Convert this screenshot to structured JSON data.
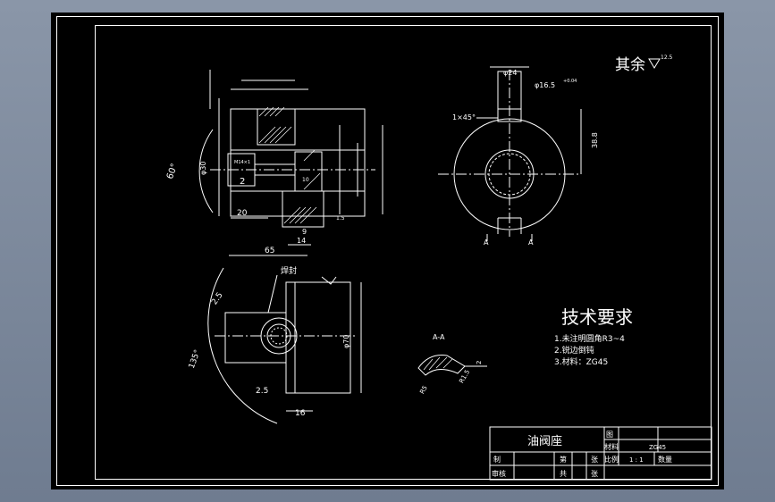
{
  "surface_finish": {
    "label": "其余",
    "value": "12.5"
  },
  "tech_requirements": {
    "title": "技术要求",
    "items": [
      "1.未注明圆角R3~4",
      "2.锐边倒钝",
      "3.材料：ZG45"
    ]
  },
  "section_label": "A-A",
  "section_marks": [
    "A",
    "A"
  ],
  "title_block": {
    "part_name": "油阀座",
    "drawing_label": "图",
    "material_label": "材料",
    "material_value": "ZG45",
    "scale_label": "比例",
    "scale_value": "1 : 1",
    "quantity_label": "数量",
    "designer_label": "制",
    "checker_label": "审核",
    "sheet_label1": "第",
    "sheet_label2": "张",
    "sheet_label3": "共",
    "sheet_label4": "张"
  },
  "front_view_dims": {
    "angle": "60°",
    "d30": "φ30",
    "d2": "2",
    "d20": "20",
    "d65": "65",
    "d14": "14",
    "d9": "9",
    "d10": "10",
    "m": "M14×1",
    "d1_5": "1.5"
  },
  "right_view_dims": {
    "d24": "φ24",
    "d16": "φ16.5",
    "tol": "+0.04",
    "chamfer": "1×45°",
    "h": "38.8"
  },
  "bottom_view_dims": {
    "r25a": "2.5",
    "r25b": "2.5",
    "d16": "16",
    "d70": "φ70",
    "angle": "135°",
    "weld": "焊封"
  },
  "section_dims": {
    "r5": "R5",
    "r15": "R1.5",
    "w2": "2"
  }
}
